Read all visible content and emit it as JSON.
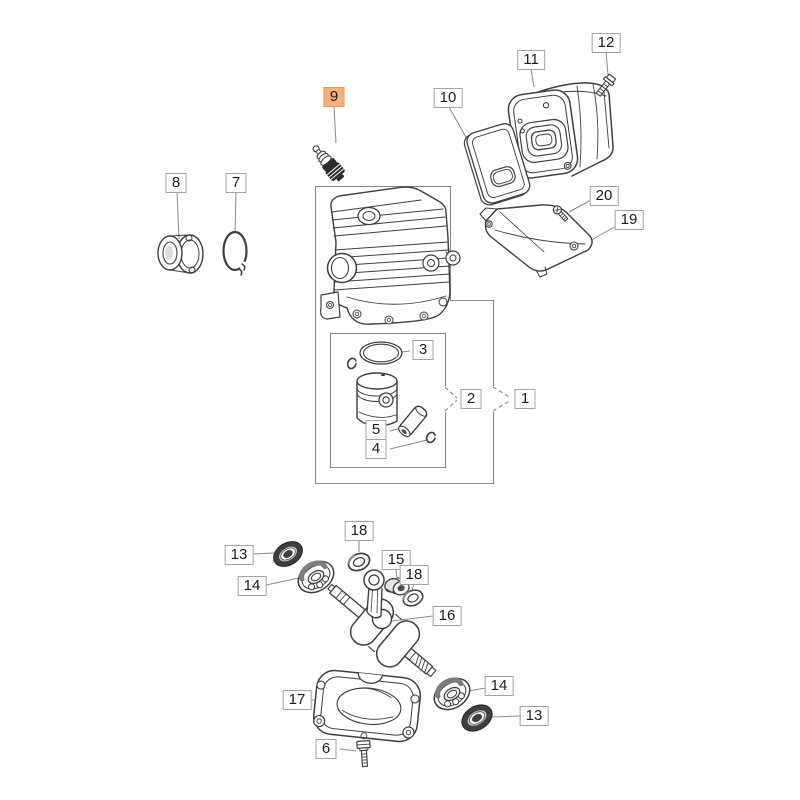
{
  "diagram": {
    "kind": "engine exploded parts diagram",
    "selected_callout": "9"
  },
  "colors": {
    "page_bg": "#ffffff",
    "line": "#3f3f3f",
    "leader": "#8a8a8a",
    "box": "#888888",
    "label_bg": "#ffffff",
    "label_border": "#a3a3a3",
    "label_text": "#1d1d1d",
    "highlight_bg": "#f4af7c",
    "highlight_border": "#e0995f"
  },
  "labels": [
    {
      "text": "12",
      "part": "muffler-bolt",
      "highlighted": false
    },
    {
      "text": "11",
      "part": "muffler",
      "highlighted": false
    },
    {
      "text": "9",
      "part": "spark-plug",
      "highlighted": true
    },
    {
      "text": "10",
      "part": "muffler-gasket",
      "highlighted": false
    },
    {
      "text": "8",
      "part": "intake-flange",
      "highlighted": false
    },
    {
      "text": "7",
      "part": "clamp-ring",
      "highlighted": false
    },
    {
      "text": "20",
      "part": "shield-screw",
      "highlighted": false
    },
    {
      "text": "19",
      "part": "heat-shield",
      "highlighted": false
    },
    {
      "text": "3",
      "part": "piston-ring",
      "highlighted": false
    },
    {
      "text": "2",
      "part": "piston-assembly-box",
      "highlighted": false
    },
    {
      "text": "1",
      "part": "cylinder-kit-box",
      "highlighted": false
    },
    {
      "text": "5",
      "part": "wrist-pin",
      "highlighted": false
    },
    {
      "text": "4",
      "part": "circlip",
      "highlighted": false
    },
    {
      "text": "18",
      "part": "washer",
      "highlighted": false
    },
    {
      "text": "13",
      "part": "oil-seal",
      "highlighted": false
    },
    {
      "text": "15",
      "part": "needle-bearing",
      "highlighted": false
    },
    {
      "text": "18",
      "part": "washer",
      "highlighted": false
    },
    {
      "text": "14",
      "part": "ball-bearing",
      "highlighted": false
    },
    {
      "text": "16",
      "part": "crankshaft",
      "highlighted": false
    },
    {
      "text": "17",
      "part": "crankcase-cover",
      "highlighted": false
    },
    {
      "text": "14",
      "part": "ball-bearing",
      "highlighted": false
    },
    {
      "text": "13",
      "part": "oil-seal",
      "highlighted": false
    },
    {
      "text": "6",
      "part": "cover-screw",
      "highlighted": false
    }
  ]
}
